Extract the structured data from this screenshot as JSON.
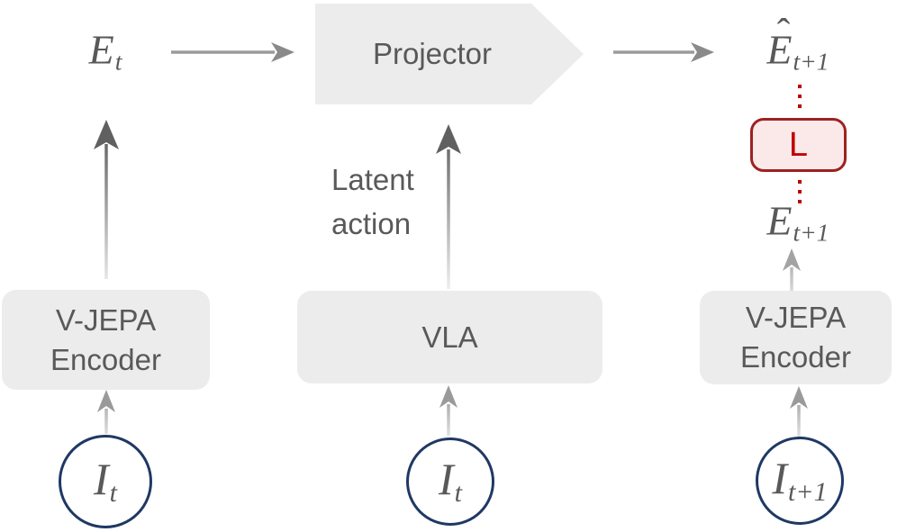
{
  "diagram": {
    "title_semantic": "V-JEPA / VLA latent action prediction diagram",
    "colors": {
      "background": "#ffffff",
      "node_fill": "#ececec",
      "node_text": "#595959",
      "arrow_gray": "#9b9b9b",
      "arrow_dark": "#606060",
      "circle_border": "#1f3864",
      "loss_border": "#9e2121",
      "loss_fill": "#fbe9e9",
      "loss_red": "#c00000"
    },
    "nodes": {
      "projector": {
        "label": "Projector"
      },
      "vla": {
        "label": "VLA"
      },
      "encoder_left": {
        "line1": "V-JEPA",
        "line2": "Encoder"
      },
      "encoder_right": {
        "line1": "V-JEPA",
        "line2": "Encoder"
      },
      "loss": {
        "label": "L"
      }
    },
    "annotations": {
      "latent_action_line1": "Latent",
      "latent_action_line2": "action"
    },
    "math_labels": {
      "e_t": {
        "main": "E",
        "sub": "t"
      },
      "e_hat_t_plus_1": {
        "hat": "ˆ",
        "main": "E",
        "sub": "t+1"
      },
      "e_t_plus_1": {
        "main": "E",
        "sub": "t+1"
      },
      "i_t_left": {
        "main": "I",
        "sub": "t"
      },
      "i_t_middle": {
        "main": "I",
        "sub": "t"
      },
      "i_t_plus_1_right": {
        "main": "I",
        "sub": "t+1"
      }
    }
  }
}
